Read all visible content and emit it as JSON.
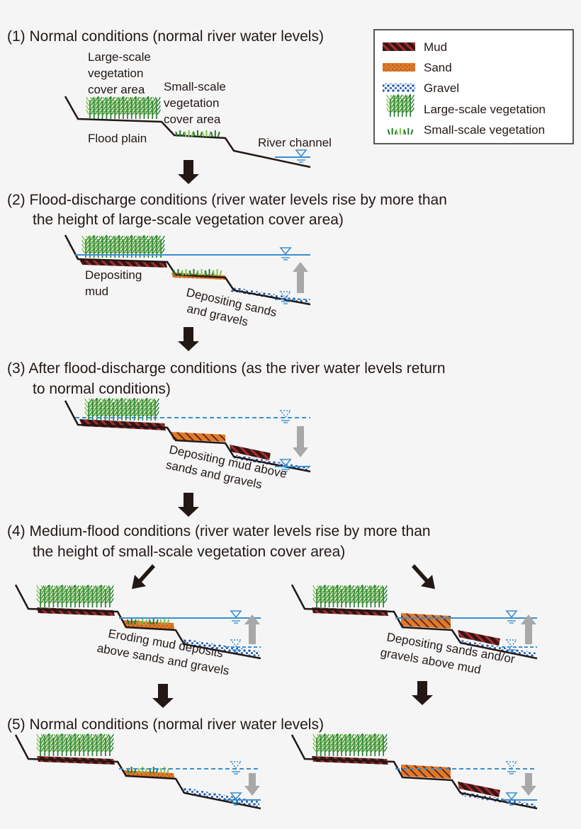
{
  "steps": {
    "s1": {
      "title": "(1) Normal conditions (normal river water levels)"
    },
    "s2": {
      "title_line1": "(2) Flood-discharge conditions (river water levels rise by more than",
      "title_line2": "the height of large-scale vegetation cover area)"
    },
    "s3": {
      "title_line1": "(3) After flood-discharge conditions (as the river water levels return",
      "title_line2": "to normal conditions)"
    },
    "s4": {
      "title_line1": "(4) Medium-flood conditions (river water levels rise by more than",
      "title_line2": "the height of small-scale vegetation cover area)"
    },
    "s5": {
      "title": "(5) Normal conditions (normal river water levels)"
    }
  },
  "labels": {
    "large_area": [
      "Large-scale",
      "vegetation",
      "cover area"
    ],
    "small_area": [
      "Small-scale",
      "vegetation",
      "cover area"
    ],
    "flood_plain": "Flood plain",
    "river_channel": "River channel",
    "depositing_mud": [
      "Depositing",
      "mud"
    ],
    "depositing_sands": [
      "Depositing sands",
      "and gravels"
    ],
    "depositing_mud_above": [
      "Depositing mud above",
      "sands and gravels"
    ],
    "eroding_mud": [
      "Eroding mud deposits",
      "above sands and gravels"
    ],
    "depositing_sands_above_mud": [
      "Depositing sands and/or",
      "gravels above mud"
    ]
  },
  "legend": {
    "items": [
      {
        "label": "Mud",
        "kind": "mud"
      },
      {
        "label": "Sand",
        "kind": "sand"
      },
      {
        "label": "Gravel",
        "kind": "gravel"
      },
      {
        "label": "Large-scale vegetation",
        "kind": "large-veg"
      },
      {
        "label": "Small-scale vegetation",
        "kind": "small-veg"
      }
    ]
  },
  "colors": {
    "mud": "#3a1414",
    "mud_stripe": "#a33030",
    "sand": "#e07a2a",
    "gravel": "#2a5fb0",
    "water": "#3a8fd0",
    "arrow_dark": "#231815",
    "arrow_gray": "#a8a8a8",
    "veg_dark": "#1f7a2e",
    "veg_light": "#7dc24a"
  }
}
